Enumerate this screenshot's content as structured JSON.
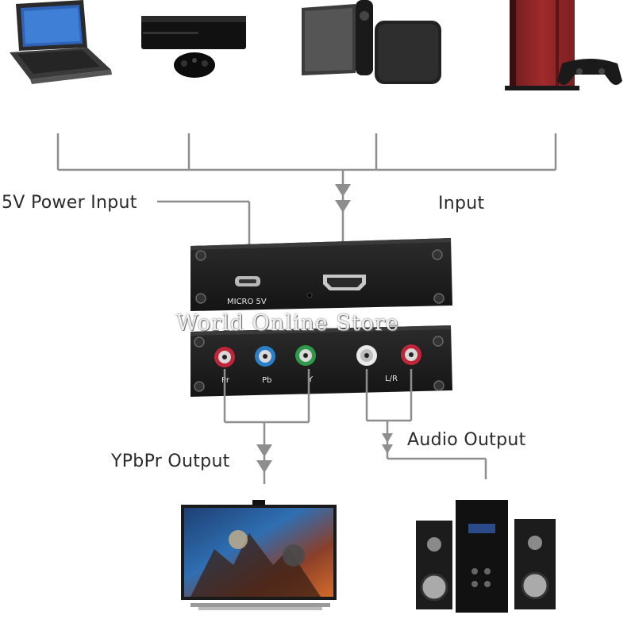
{
  "labels": {
    "power_input": "5V Power Input",
    "input": "Input",
    "ypbpr_output": "YPbPr Output",
    "audio_output": "Audio Output"
  },
  "device": {
    "micro_port_label": "MICRO 5V",
    "pr_label": "Pr",
    "pb_label": "Pb",
    "y_label": "Y",
    "lr_label": "L/R"
  },
  "watermark": "World Online Store",
  "colors": {
    "line": "#8e8e8e",
    "device_body": "#1b1b1b",
    "jack_red": "#c0263a",
    "jack_blue": "#2b7fc8",
    "jack_green": "#2e9a48",
    "jack_white": "#e9e9e9"
  },
  "sources": [
    {
      "icon": "laptop-icon"
    },
    {
      "icon": "game-console-icon"
    },
    {
      "icon": "streaming-box-icon"
    },
    {
      "icon": "ps4-console-icon"
    }
  ],
  "outputs": [
    {
      "icon": "tv-icon"
    },
    {
      "icon": "speakers-icon"
    }
  ]
}
